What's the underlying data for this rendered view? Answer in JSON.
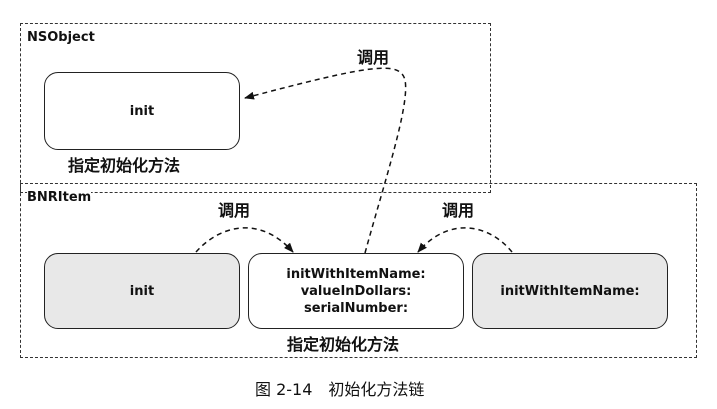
{
  "nsobject": {
    "label": "NSObject",
    "init_box": "init",
    "designated": "指定初始化方法"
  },
  "bnritem": {
    "label": "BNRItem",
    "init_box": "init",
    "designated_box_lines": [
      "initWithItemName:",
      "valueInDollars:",
      "serialNumber:"
    ],
    "name_box": "initWithItemName:",
    "designated": "指定初始化方法"
  },
  "calls": {
    "top": "调用",
    "left": "调用",
    "right": "调用"
  },
  "caption": "图 2-14　初始化方法链"
}
